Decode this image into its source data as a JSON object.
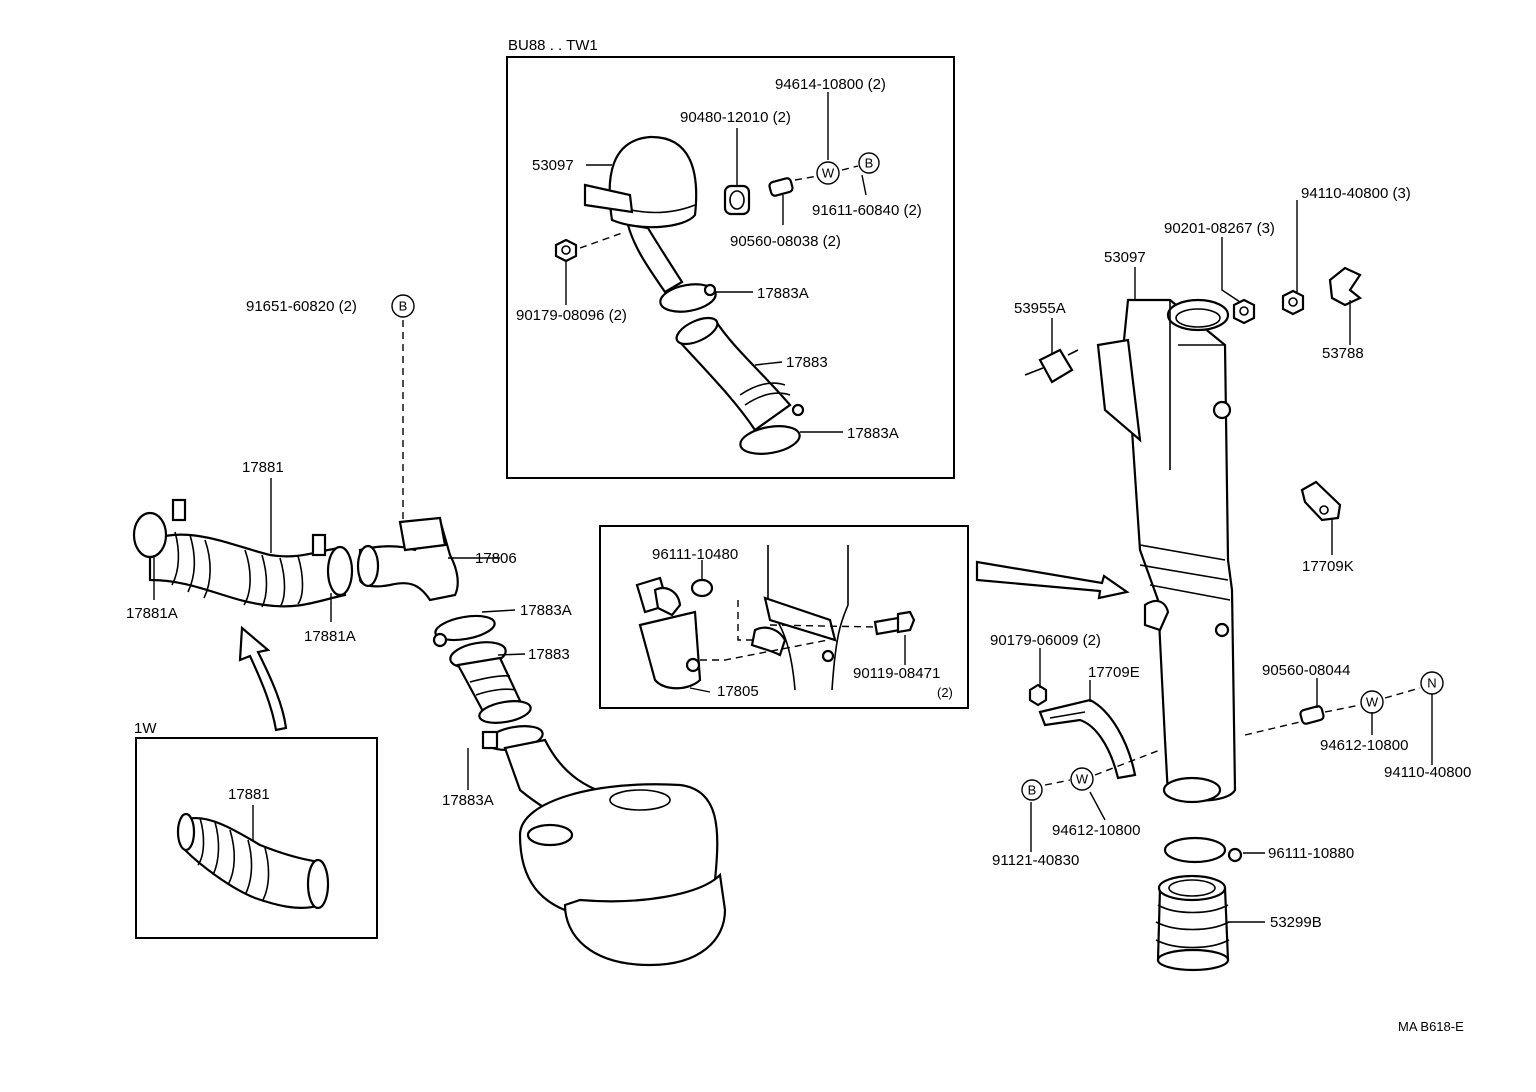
{
  "inset_top": {
    "title": "BU88 . . TW1"
  },
  "inset_1w": {
    "title": "1W"
  },
  "footer": {
    "code": "MA B618-E"
  },
  "markers": {
    "b": "B",
    "w": "W",
    "n": "N"
  },
  "labels": {
    "l94614": "94614-10800 (2)",
    "l90480": "90480-12010 (2)",
    "l53097_top": "53097",
    "l91611": "91611-60840 (2)",
    "l90560_08038": "90560-08038 (2)",
    "l90179_08096": "90179-08096 (2)",
    "l17883A_top1": "17883A",
    "l17883_top": "17883",
    "l17883A_top2": "17883A",
    "l91651": "91651-60820 (2)",
    "l17881": "17881",
    "l17806": "17806",
    "l17881A_left": "17881A",
    "l17881A_mid": "17881A",
    "l17883A_mid": "17883A",
    "l17883_mid": "17883",
    "l17883A_low": "17883A",
    "l17881_1w": "17881",
    "l96111_10480": "96111-10480",
    "l90119": "90119-08471",
    "l90119_qty": "(2)",
    "l17805": "17805",
    "l94110_top": "94110-40800 (3)",
    "l90201": "90201-08267 (3)",
    "l53097_right": "53097",
    "l53955A": "53955A",
    "l53788": "53788",
    "l17709K": "17709K",
    "l90179_06009": "90179-06009 (2)",
    "l17709E": "17709E",
    "l90560_08044": "90560-08044",
    "l94612_right": "94612-10800",
    "l94110_right": "94110-40800",
    "l91121": "91121-40830",
    "l94612_low": "94612-10800",
    "l96111_10880": "96111-10880",
    "l53299B": "53299B"
  }
}
